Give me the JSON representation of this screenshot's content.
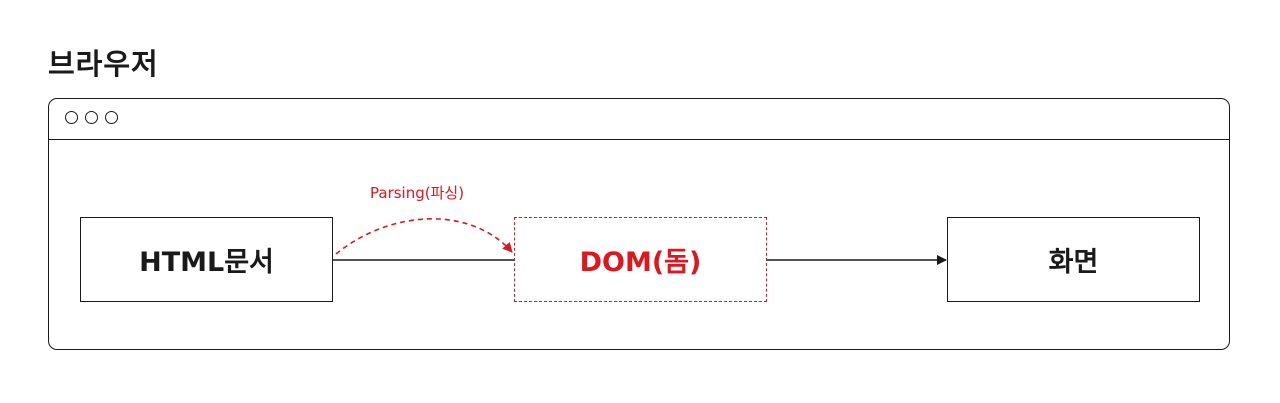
{
  "title": "브라우저",
  "nodes": {
    "html_document": "HTML문서",
    "dom": "DOM(돔)",
    "screen": "화면"
  },
  "edges": {
    "parsing_label": "Parsing(파싱)"
  },
  "colors": {
    "stroke": "#1a1a1a",
    "accent": "#e0161d",
    "background": "#ffffff"
  }
}
